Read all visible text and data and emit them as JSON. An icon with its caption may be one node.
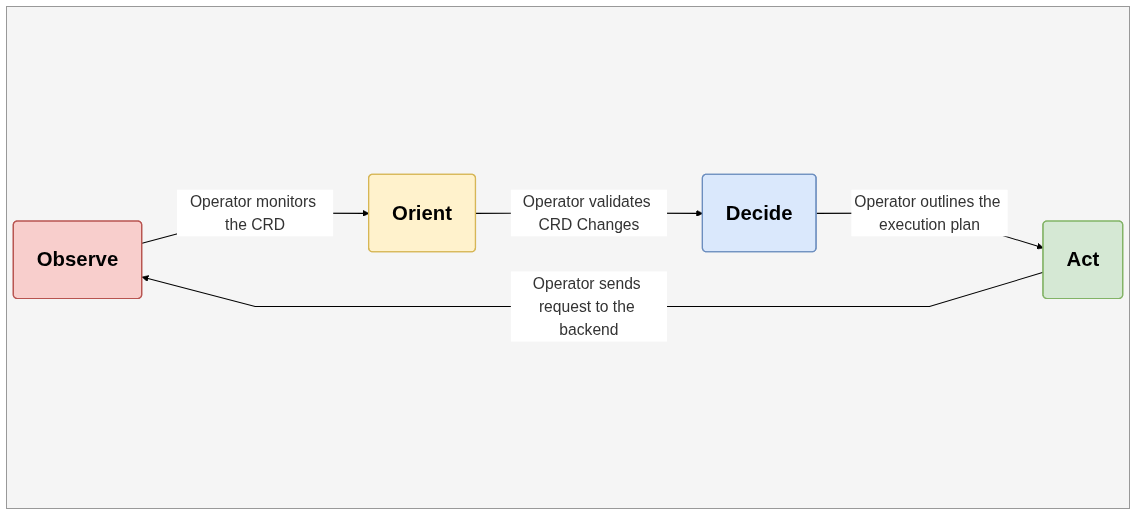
{
  "diagram": {
    "nodes": [
      {
        "text": [
          "Observe"
        ]
      },
      {
        "text": [
          "Orient"
        ]
      },
      {
        "text": [
          "Decide"
        ]
      },
      {
        "text": [
          "Act"
        ]
      }
    ],
    "edges": [
      {
        "from": 0,
        "to": 1,
        "arrow": "to",
        "label": "Operator monitors the CRD"
      },
      {
        "from": 1,
        "to": 2,
        "arrow": "to",
        "label": "Operator validates CRD Changes"
      },
      {
        "from": 2,
        "to": 3,
        "arrow": "to",
        "label": "Operator outlines the execution plan"
      },
      {
        "from": 3,
        "to": 0,
        "arrow": "to",
        "label": "Operator sends request to the backend"
      }
    ]
  }
}
